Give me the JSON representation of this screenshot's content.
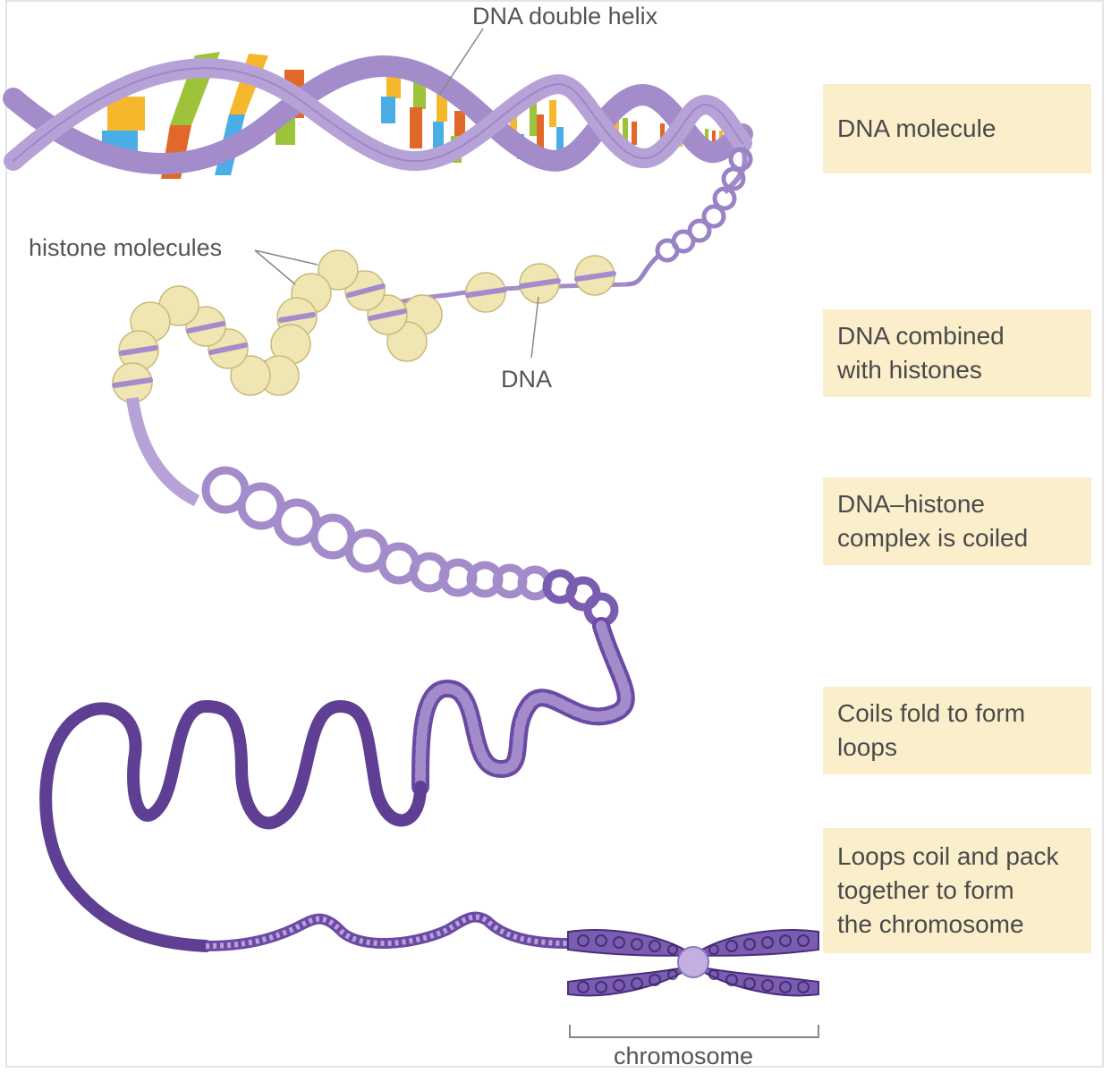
{
  "labels": {
    "double_helix": "DNA double helix",
    "histone_molecules": "histone molecules",
    "dna": "DNA",
    "chromosome": "chromosome"
  },
  "steps": [
    "DNA molecule",
    "DNA combined\nwith histones",
    "DNA–histone\ncomplex is coiled",
    "Coils fold to form\nloops",
    "Loops coil and pack\ntogether to form\nthe chromosome"
  ],
  "colors": {
    "strand_light": "#a48ccb",
    "strand_dark": "#5f3f93",
    "histone": "#efe6b4",
    "step_box": "#fbeecb",
    "base_orange": "#e2682a",
    "base_yellow": "#f5b82c",
    "base_green": "#9cc33a",
    "base_blue": "#4aaee6"
  }
}
